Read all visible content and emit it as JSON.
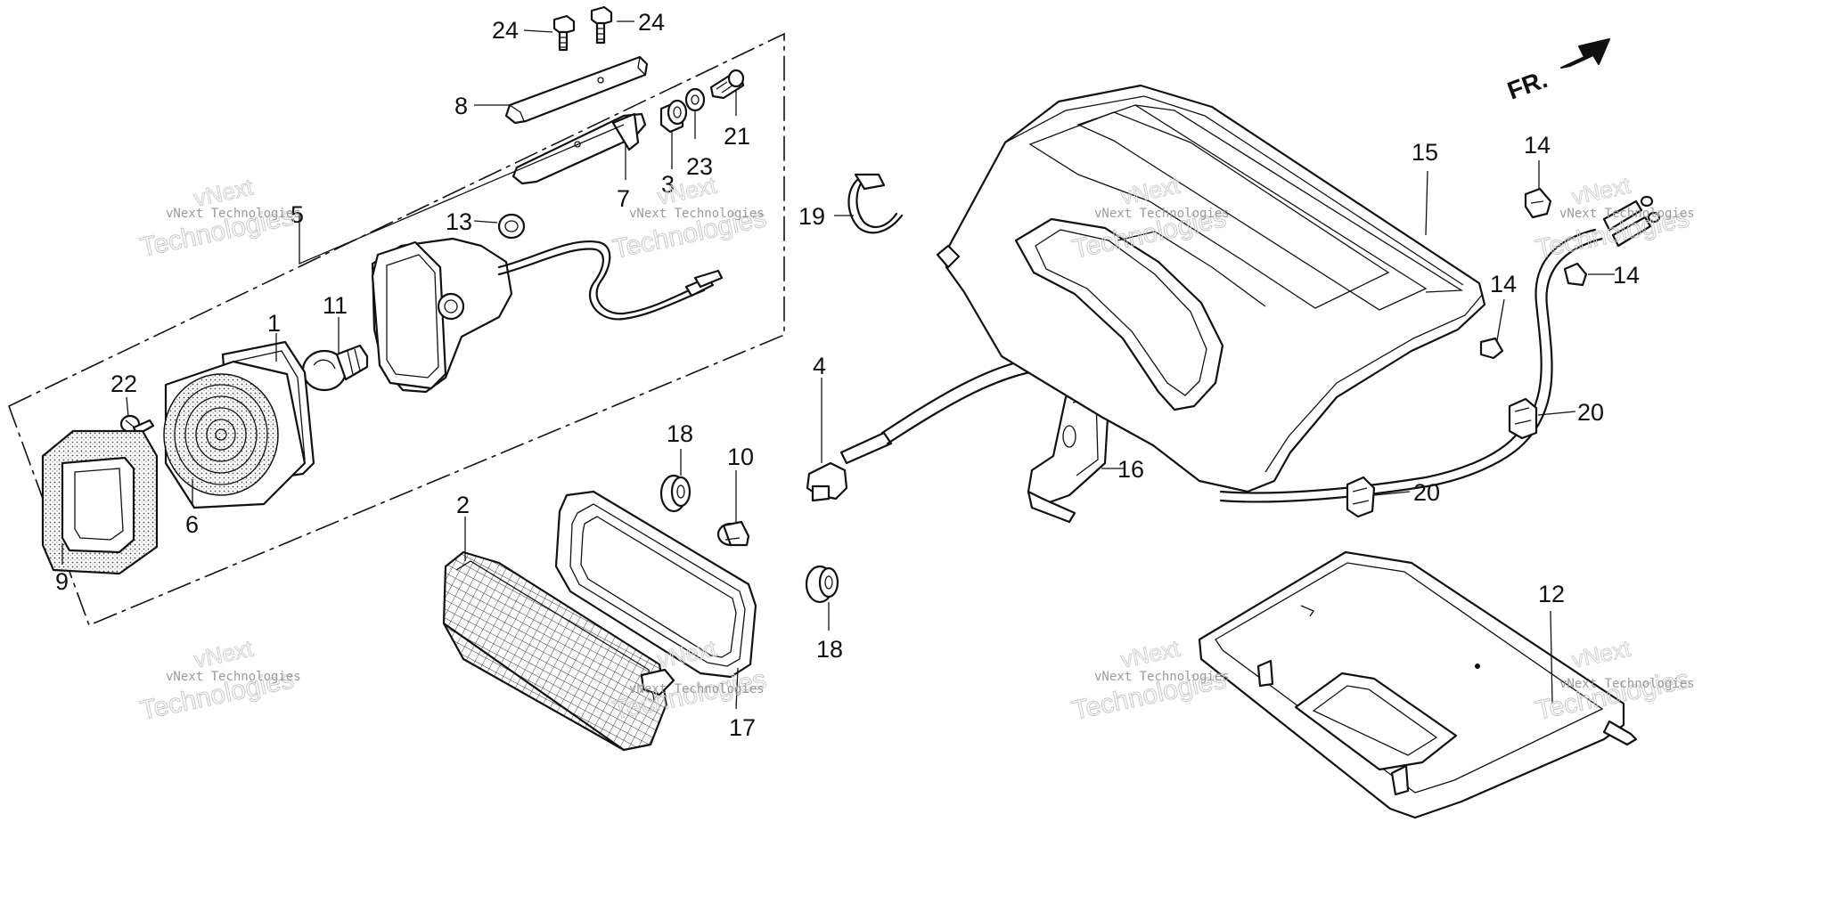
{
  "orientation_label": "FR.",
  "watermark": {
    "line1": "vNext Technologies",
    "line2": "Technologies",
    "line3": "vNext"
  },
  "callouts": {
    "c1": "1",
    "c2": "2",
    "c3": "3",
    "c4": "4",
    "c5": "5",
    "c6": "6",
    "c7": "7",
    "c8": "8",
    "c9": "9",
    "c10": "10",
    "c11": "11",
    "c12": "12",
    "c13": "13",
    "c14": "14",
    "c15": "15",
    "c16": "16",
    "c17": "17",
    "c18": "18",
    "c19": "19",
    "c20": "20",
    "c21": "21",
    "c22": "22",
    "c23": "23",
    "c24": "24"
  },
  "colors": {
    "line": "#111111",
    "watermark": "#9a9a9a"
  }
}
